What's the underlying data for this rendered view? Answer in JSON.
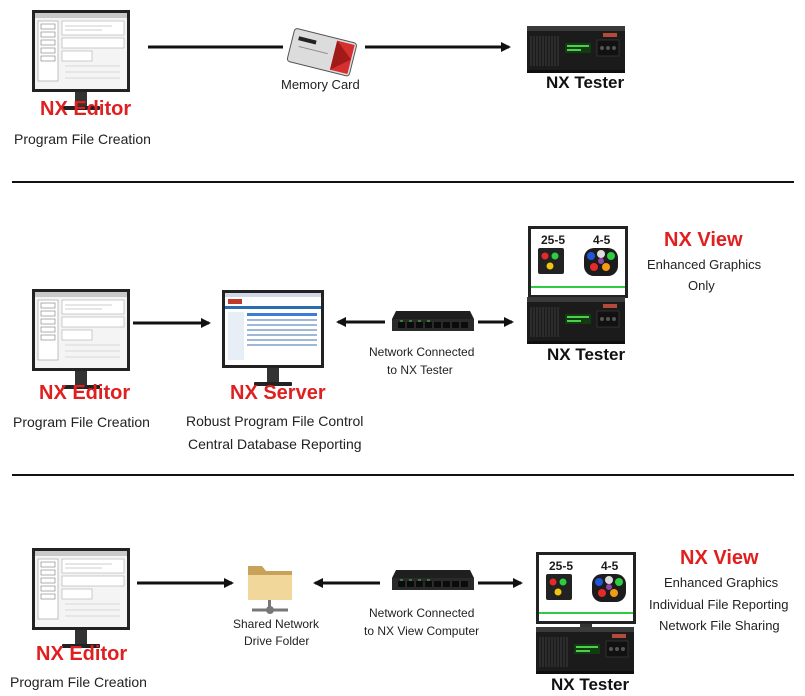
{
  "rows": [
    {
      "editor": {
        "title": "NX Editor",
        "caption": "Program File Creation"
      },
      "card": {
        "caption": "Memory Card"
      },
      "tester": {
        "title": "NX Tester"
      }
    },
    {
      "editor": {
        "title": "NX Editor",
        "caption": "Program File Creation"
      },
      "server": {
        "title": "NX Server",
        "caption1": "Robust Program File Control",
        "caption2": "Central Database Reporting"
      },
      "switch": {
        "caption1": "Network Connected",
        "caption2": "to NX Tester"
      },
      "view": {
        "title": "NX View",
        "caption1": "Enhanced Graphics",
        "caption2": "Only",
        "screen_left": "25-5",
        "screen_right": "4-5"
      },
      "tester": {
        "title": "NX Tester"
      }
    },
    {
      "editor": {
        "title": "NX Editor",
        "caption": "Program File Creation"
      },
      "folder": {
        "caption1": "Shared Network",
        "caption2": "Drive Folder"
      },
      "switch": {
        "caption1": "Network Connected",
        "caption2": "to NX View Computer"
      },
      "view": {
        "title": "NX View",
        "caption1": "Enhanced Graphics",
        "caption2": "Individual File Reporting",
        "caption3": "Network File Sharing",
        "screen_left": "25-5",
        "screen_right": "4-5"
      },
      "tester": {
        "title": "NX Tester"
      }
    }
  ],
  "colors": {
    "title_red": "#e02020",
    "line": "#111111"
  }
}
